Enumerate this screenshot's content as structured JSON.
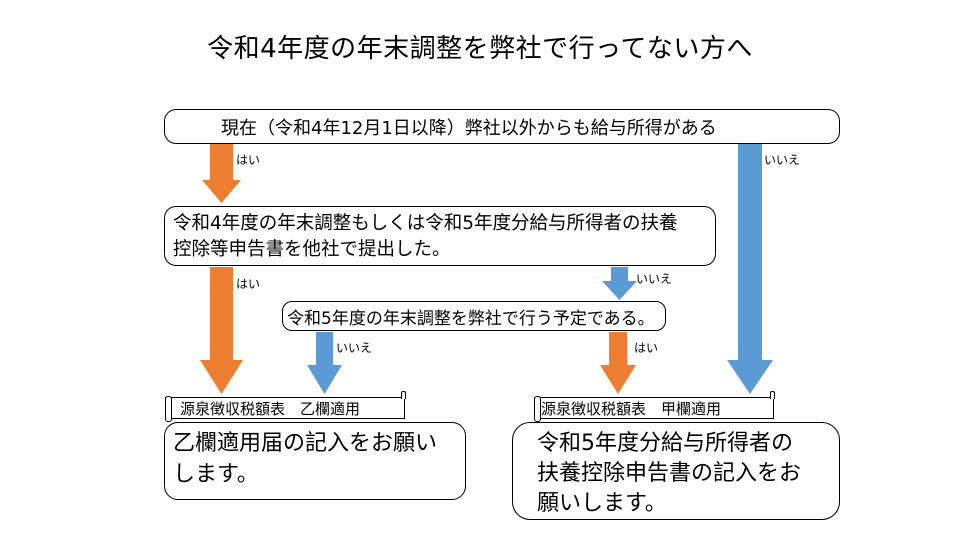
{
  "title": "令和4年度の年末調整を弊社で行ってない方へ",
  "colors": {
    "yes_arrow": "#ED7D31",
    "no_arrow": "#5B9BD5",
    "border": "#000000"
  },
  "questions": [
    {
      "id": "q1",
      "text": "現在（令和4年12月1日以降）弊社以外からも給与所得がある"
    },
    {
      "id": "q2",
      "line1": "令和4年度の年末調整もしくは令和5年度分給与所得者の扶養",
      "line2": "控除等申告書を他社で提出した。"
    },
    {
      "id": "q3",
      "text": "令和5年度の年末調整を弊社で行う予定である。"
    }
  ],
  "arrow_labels": {
    "q1_yes": "はい",
    "q1_no": "いいえ",
    "q2_yes": "はい",
    "q2_no": "いいえ",
    "q3_no": "いいえ",
    "q3_yes": "はい"
  },
  "results": [
    {
      "banner": "源泉徴収税額表　乙欄適用",
      "line1": "乙欄適用届の記入をお願い",
      "line2": "します。"
    },
    {
      "banner": "源泉徴収税額表　甲欄適用",
      "line1": "令和5年度分給与所得者の",
      "line2": "扶養控除申告書の記入をお",
      "line3": "願いします。"
    }
  ]
}
